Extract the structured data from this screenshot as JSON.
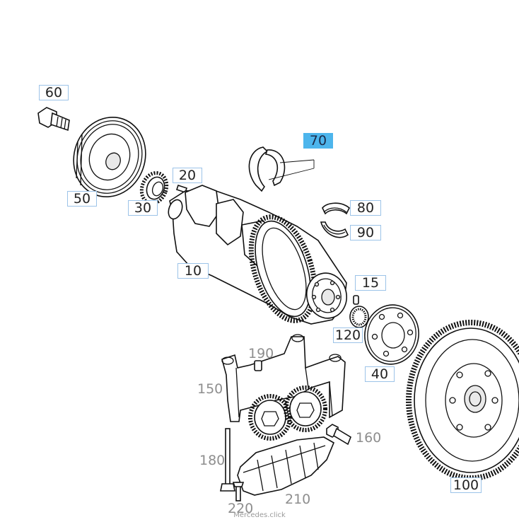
{
  "diagram": {
    "callouts": [
      {
        "id": "60",
        "label": "60"
      },
      {
        "id": "50",
        "label": "50"
      },
      {
        "id": "30",
        "label": "30"
      },
      {
        "id": "20",
        "label": "20"
      },
      {
        "id": "70",
        "label": "70",
        "selected": true
      },
      {
        "id": "80",
        "label": "80"
      },
      {
        "id": "90",
        "label": "90"
      },
      {
        "id": "10",
        "label": "10"
      },
      {
        "id": "15",
        "label": "15"
      },
      {
        "id": "120",
        "label": "120"
      },
      {
        "id": "40",
        "label": "40"
      },
      {
        "id": "100",
        "label": "100"
      }
    ],
    "plain_labels": [
      {
        "id": "190",
        "label": "190"
      },
      {
        "id": "150",
        "label": "150"
      },
      {
        "id": "160",
        "label": "160"
      },
      {
        "id": "180",
        "label": "180"
      },
      {
        "id": "210",
        "label": "210"
      },
      {
        "id": "220",
        "label": "220"
      }
    ],
    "watermark": "Mercedes.click",
    "colors": {
      "selected_fill": "#4db5ec",
      "callout_border": "#9cc3e8",
      "plain_label": "#8e8e8e",
      "line_art": "#111111"
    }
  }
}
